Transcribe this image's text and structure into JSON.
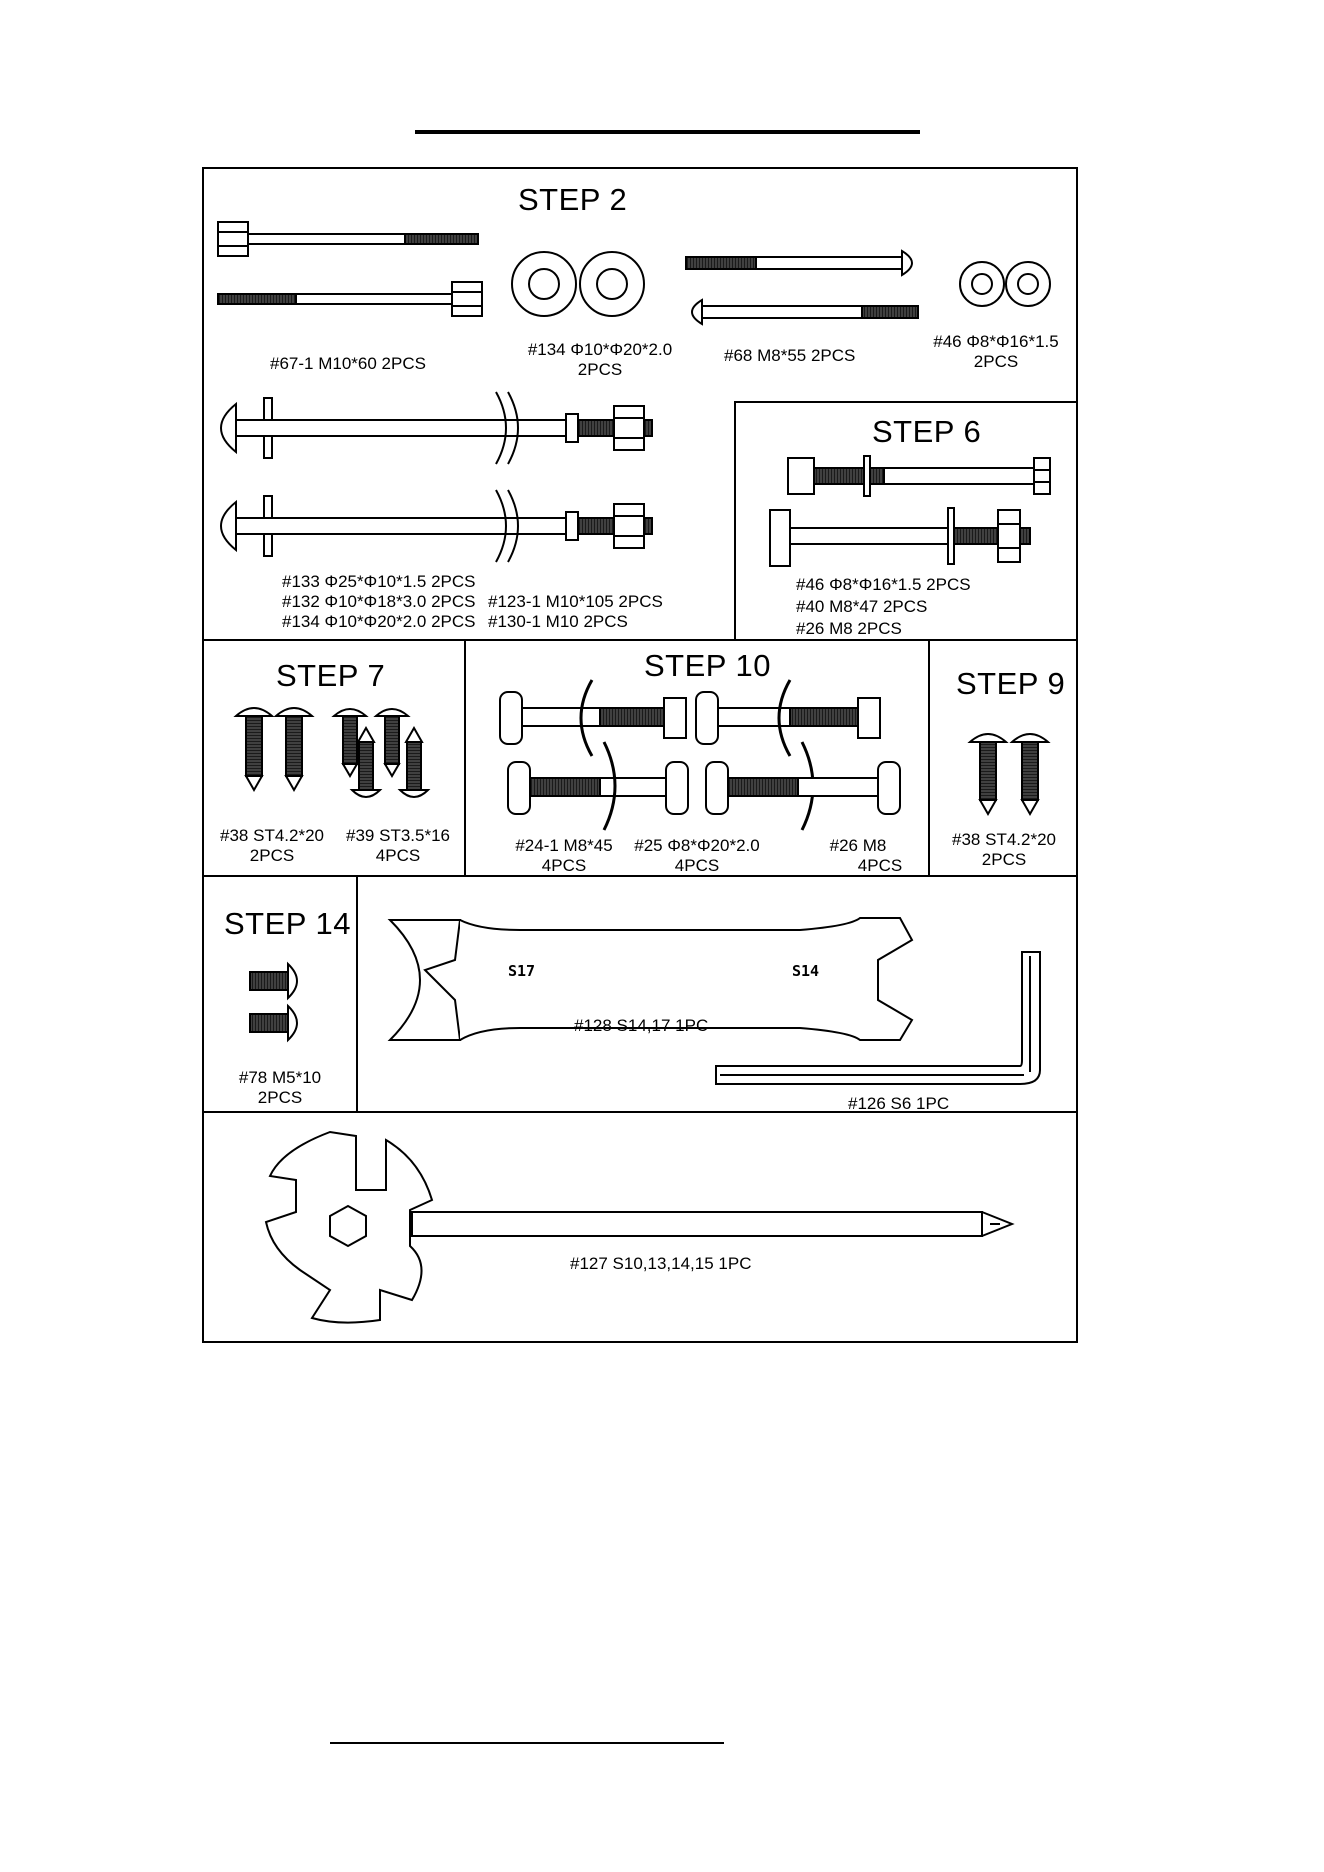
{
  "panels": {
    "step2": {
      "title": "STEP 2",
      "parts": [
        {
          "text": "#67-1 M10*60 2PCS"
        },
        {
          "line1": "#134 Φ10*Φ20*2.0",
          "line2": "2PCS"
        },
        {
          "text": "#68 M8*55 2PCS"
        },
        {
          "line1": "#46 Φ8*Φ16*1.5",
          "line2": "2PCS"
        }
      ],
      "axle_labels_left": [
        "#133 Φ25*Φ10*1.5 2PCS",
        "#132 Φ10*Φ18*3.0 2PCS",
        "#134 Φ10*Φ20*2.0 2PCS"
      ],
      "axle_labels_right": [
        "#123-1 M10*105 2PCS",
        "#130-1 M10 2PCS"
      ]
    },
    "step6": {
      "title": "STEP 6",
      "labels": [
        "#46 Φ8*Φ16*1.5 2PCS",
        "#40 M8*47 2PCS",
        "#26 M8 2PCS"
      ]
    },
    "step7": {
      "title": "STEP 7",
      "parts": [
        {
          "line1": "#38 ST4.2*20",
          "line2": "2PCS"
        },
        {
          "line1": "#39 ST3.5*16",
          "line2": "4PCS"
        }
      ]
    },
    "step10": {
      "title": "STEP 10",
      "parts": [
        {
          "line1": "#24-1 M8*45",
          "line2": "4PCS"
        },
        {
          "line1": "#25 Φ8*Φ20*2.0",
          "line2": "4PCS"
        },
        {
          "line1": "#26  M8",
          "line2": "4PCS"
        }
      ]
    },
    "step9": {
      "title": "STEP 9",
      "parts": [
        {
          "line1": "#38 ST4.2*20",
          "line2": "2PCS"
        }
      ]
    },
    "step14": {
      "title": "STEP 14",
      "parts": [
        {
          "line1": "#78 M5*10",
          "line2": "2PCS"
        }
      ]
    },
    "tools": {
      "wrench_left_mark": "S17",
      "wrench_right_mark": "S14",
      "wrench_label": "#128 S14,17 1PC",
      "hex_key_label": "#126  S6 1PC",
      "multi_tool_label": "#127 S10,13,14,15 1PC"
    }
  }
}
